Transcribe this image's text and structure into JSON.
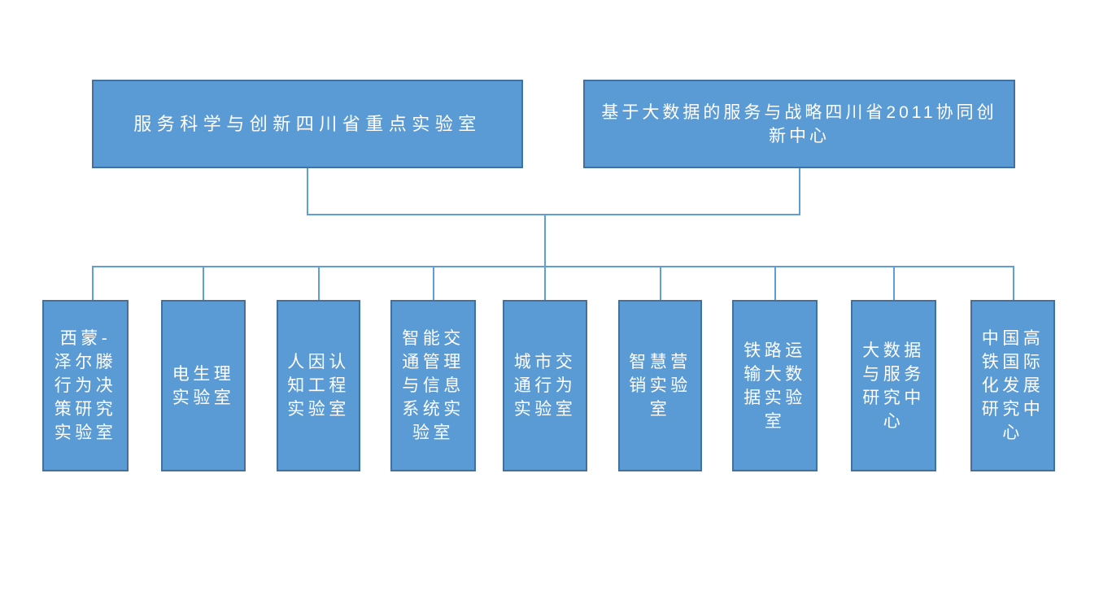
{
  "org_chart": {
    "type": "organization-chart",
    "colors": {
      "node_fill": "#5b9bd5",
      "node_border": "#41719c",
      "node_text": "#ffffff",
      "connector": "#5f9ed6",
      "background": "#ffffff"
    },
    "parents": [
      {
        "label": "服务科学与创新四川省重点实验室"
      },
      {
        "label": "基于大数据的服务与战略四川省2011协同创\n新中心"
      }
    ],
    "children": [
      {
        "label": "西蒙-\n泽尔滕\n行为决\n策研究\n实验室"
      },
      {
        "label": "电生理\n实验室"
      },
      {
        "label": "人因认\n知工程\n实验室"
      },
      {
        "label": "智能交\n通管理\n与信息\n系统实\n验室"
      },
      {
        "label": "城市交\n通行为\n实验室"
      },
      {
        "label": "智慧营\n销实验\n室"
      },
      {
        "label": "铁路运\n输大数\n据实验\n室"
      },
      {
        "label": "大数据\n与服务\n研究中\n心"
      },
      {
        "label": "中国高\n铁国际\n化发展\n研究中\n心"
      }
    ]
  }
}
